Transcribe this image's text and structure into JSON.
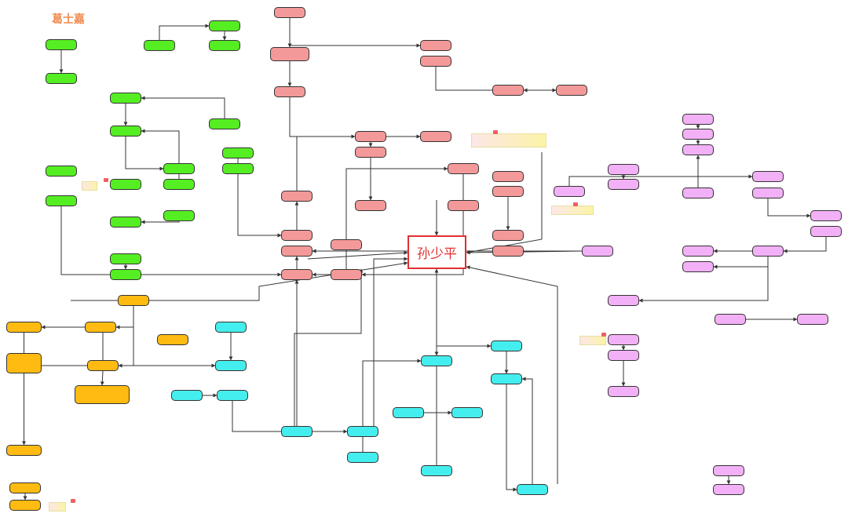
{
  "title": "葛士嘉",
  "center": {
    "label": "孙少平"
  },
  "colors": {
    "green": "#55ee22",
    "pink": "#f49999",
    "orange": "#ffbb11",
    "cyan": "#44eeee",
    "purple": "#f2b0f6",
    "edge": "#333333",
    "center_border": "#e03030",
    "title": "#f08c50"
  },
  "nodes": [
    {
      "id": "g1",
      "label": "",
      "color": "green"
    },
    {
      "id": "g2",
      "label": "",
      "color": "green"
    },
    {
      "id": "g3",
      "label": "",
      "color": "green"
    },
    {
      "id": "g4",
      "label": "",
      "color": "green"
    },
    {
      "id": "g5",
      "label": "",
      "color": "green"
    },
    {
      "id": "g6",
      "label": "",
      "color": "green"
    },
    {
      "id": "g7",
      "label": "",
      "color": "green"
    },
    {
      "id": "g8",
      "label": "",
      "color": "green"
    },
    {
      "id": "g9",
      "label": "",
      "color": "green"
    },
    {
      "id": "g10",
      "label": "",
      "color": "green"
    },
    {
      "id": "g11",
      "label": "",
      "color": "green"
    },
    {
      "id": "g12",
      "label": "",
      "color": "green"
    },
    {
      "id": "g13",
      "label": "",
      "color": "green"
    },
    {
      "id": "g14",
      "label": "",
      "color": "green"
    },
    {
      "id": "g15",
      "label": "",
      "color": "green"
    },
    {
      "id": "g16",
      "label": "",
      "color": "green"
    },
    {
      "id": "g17",
      "label": "",
      "color": "green"
    },
    {
      "id": "g18",
      "label": "",
      "color": "green"
    },
    {
      "id": "g19",
      "label": "",
      "color": "green"
    },
    {
      "id": "g20",
      "label": "",
      "color": "green"
    },
    {
      "id": "p1",
      "label": "",
      "color": "pink"
    },
    {
      "id": "p2",
      "label": "",
      "color": "pink"
    },
    {
      "id": "p3",
      "label": "",
      "color": "pink"
    },
    {
      "id": "p4",
      "label": "",
      "color": "pink"
    },
    {
      "id": "p5",
      "label": "",
      "color": "pink"
    },
    {
      "id": "p6",
      "label": "",
      "color": "pink"
    },
    {
      "id": "p7",
      "label": "",
      "color": "pink"
    },
    {
      "id": "p8",
      "label": "",
      "color": "pink"
    },
    {
      "id": "p9",
      "label": "",
      "color": "pink"
    },
    {
      "id": "p10",
      "label": "",
      "color": "pink"
    },
    {
      "id": "p11",
      "label": "",
      "color": "pink"
    },
    {
      "id": "p12",
      "label": "",
      "color": "pink"
    },
    {
      "id": "p13",
      "label": "",
      "color": "pink"
    },
    {
      "id": "p14",
      "label": "",
      "color": "pink"
    },
    {
      "id": "p15",
      "label": "",
      "color": "pink"
    },
    {
      "id": "p16",
      "label": "",
      "color": "pink"
    },
    {
      "id": "p17",
      "label": "",
      "color": "pink"
    },
    {
      "id": "p18",
      "label": "",
      "color": "pink"
    },
    {
      "id": "p19",
      "label": "",
      "color": "pink"
    },
    {
      "id": "p20",
      "label": "",
      "color": "pink"
    },
    {
      "id": "p21",
      "label": "",
      "color": "pink"
    },
    {
      "id": "p22",
      "label": "",
      "color": "pink"
    },
    {
      "id": "p23",
      "label": "",
      "color": "pink"
    },
    {
      "id": "o1",
      "label": "",
      "color": "orange"
    },
    {
      "id": "o2",
      "label": "",
      "color": "orange"
    },
    {
      "id": "o3",
      "label": "",
      "color": "orange"
    },
    {
      "id": "o4",
      "label": "",
      "color": "orange"
    },
    {
      "id": "o5",
      "label": "",
      "color": "orange"
    },
    {
      "id": "o6",
      "label": "",
      "color": "orange"
    },
    {
      "id": "o7",
      "label": "",
      "color": "orange"
    },
    {
      "id": "o8",
      "label": "",
      "color": "orange"
    },
    {
      "id": "o9",
      "label": "",
      "color": "orange"
    },
    {
      "id": "o10",
      "label": "",
      "color": "orange"
    },
    {
      "id": "o11",
      "label": "",
      "color": "orange"
    },
    {
      "id": "c1",
      "label": "",
      "color": "cyan"
    },
    {
      "id": "c2",
      "label": "",
      "color": "cyan"
    },
    {
      "id": "c3",
      "label": "",
      "color": "cyan"
    },
    {
      "id": "c4",
      "label": "",
      "color": "cyan"
    },
    {
      "id": "c5",
      "label": "",
      "color": "cyan"
    },
    {
      "id": "c6",
      "label": "",
      "color": "cyan"
    },
    {
      "id": "c7",
      "label": "",
      "color": "cyan"
    },
    {
      "id": "c8",
      "label": "",
      "color": "cyan"
    },
    {
      "id": "c9",
      "label": "",
      "color": "cyan"
    },
    {
      "id": "c10",
      "label": "",
      "color": "cyan"
    },
    {
      "id": "c11",
      "label": "",
      "color": "cyan"
    },
    {
      "id": "c12",
      "label": "",
      "color": "cyan"
    },
    {
      "id": "c13",
      "label": "",
      "color": "cyan"
    },
    {
      "id": "c14",
      "label": "",
      "color": "cyan"
    },
    {
      "id": "c15",
      "label": "",
      "color": "cyan"
    },
    {
      "id": "c16",
      "label": "",
      "color": "cyan"
    },
    {
      "id": "c17",
      "label": "",
      "color": "cyan"
    },
    {
      "id": "u1",
      "label": "",
      "color": "purple"
    },
    {
      "id": "u2",
      "label": "",
      "color": "purple"
    },
    {
      "id": "u3",
      "label": "",
      "color": "purple"
    },
    {
      "id": "u4",
      "label": "",
      "color": "purple"
    },
    {
      "id": "u5",
      "label": "",
      "color": "purple"
    },
    {
      "id": "u6",
      "label": "",
      "color": "purple"
    },
    {
      "id": "u7",
      "label": "",
      "color": "purple"
    },
    {
      "id": "u8",
      "label": "",
      "color": "purple"
    },
    {
      "id": "u9",
      "label": "",
      "color": "purple"
    },
    {
      "id": "u10",
      "label": "",
      "color": "purple"
    },
    {
      "id": "u11",
      "label": "",
      "color": "purple"
    },
    {
      "id": "u12",
      "label": "",
      "color": "purple"
    },
    {
      "id": "u13",
      "label": "",
      "color": "purple"
    },
    {
      "id": "u14",
      "label": "",
      "color": "purple"
    },
    {
      "id": "u15",
      "label": "",
      "color": "purple"
    },
    {
      "id": "u16",
      "label": "",
      "color": "purple"
    },
    {
      "id": "u17",
      "label": "",
      "color": "purple"
    },
    {
      "id": "u18",
      "label": "",
      "color": "purple"
    },
    {
      "id": "u19",
      "label": "",
      "color": "purple"
    },
    {
      "id": "u20",
      "label": "",
      "color": "purple"
    },
    {
      "id": "u21",
      "label": "",
      "color": "purple"
    },
    {
      "id": "u22",
      "label": "",
      "color": "purple"
    },
    {
      "id": "u23",
      "label": "",
      "color": "purple"
    }
  ],
  "notes": [
    {
      "id": "n1",
      "text": ""
    },
    {
      "id": "n2",
      "text": ""
    },
    {
      "id": "n3",
      "text": ""
    },
    {
      "id": "n4",
      "text": ""
    },
    {
      "id": "n5",
      "text": ""
    }
  ],
  "edges": [
    [
      "g1",
      "g2"
    ],
    [
      "g3",
      "g4"
    ],
    [
      "g4",
      "g5"
    ],
    [
      "g6",
      "g7"
    ],
    [
      "g7",
      "g8"
    ],
    [
      "g8",
      "g9"
    ],
    [
      "g10",
      "g8"
    ],
    [
      "g12",
      "g13"
    ],
    [
      "g14",
      "g15"
    ],
    [
      "g17",
      "p13"
    ],
    [
      "g16",
      "p13"
    ],
    [
      "g19",
      "p16"
    ],
    [
      "p1",
      "p2"
    ],
    [
      "p2",
      "p3"
    ],
    [
      "p2",
      "p4"
    ],
    [
      "p5",
      "p7"
    ],
    [
      "p7",
      "p6"
    ],
    [
      "p3",
      "p8"
    ],
    [
      "p8",
      "p9"
    ],
    [
      "p8",
      "p10"
    ],
    [
      "p12",
      "p11"
    ],
    [
      "p13",
      "p12"
    ],
    [
      "p15",
      "p14"
    ],
    [
      "p17",
      "p18"
    ],
    [
      "p18",
      "p17"
    ],
    [
      "p21",
      "p22"
    ],
    [
      "p16",
      "p14"
    ],
    [
      "o1",
      "o2"
    ],
    [
      "o1",
      "o4"
    ],
    [
      "o4",
      "o5"
    ],
    [
      "o4",
      "o6"
    ],
    [
      "o6",
      "c2"
    ],
    [
      "o7",
      "o8"
    ],
    [
      "o9",
      "o10"
    ],
    [
      "c1",
      "c2"
    ],
    [
      "c3",
      "c4"
    ],
    [
      "c4",
      "c6"
    ],
    [
      "c7",
      "c8"
    ],
    [
      "c9",
      "c10"
    ],
    [
      "c11",
      "c12"
    ],
    [
      "c12",
      "c13"
    ],
    [
      "c12",
      "c14"
    ],
    [
      "c14",
      "c13"
    ],
    [
      "c13",
      "c15"
    ],
    [
      "c5",
      "p16"
    ],
    [
      "c8",
      "p16"
    ],
    [
      "u1",
      "u2"
    ],
    [
      "u2",
      "u3"
    ],
    [
      "u4",
      "u5"
    ],
    [
      "u6",
      "u3"
    ],
    [
      "u7",
      "u8"
    ],
    [
      "u9",
      "u10"
    ],
    [
      "u11",
      "u12"
    ],
    [
      "u12",
      "u13"
    ],
    [
      "u12",
      "u14"
    ],
    [
      "u12",
      "u16"
    ],
    [
      "u15",
      "p14"
    ],
    [
      "u17",
      "u18"
    ],
    [
      "u19",
      "u20"
    ],
    [
      "u20",
      "u21"
    ],
    [
      "u22",
      "u23"
    ]
  ],
  "edge_labels": []
}
